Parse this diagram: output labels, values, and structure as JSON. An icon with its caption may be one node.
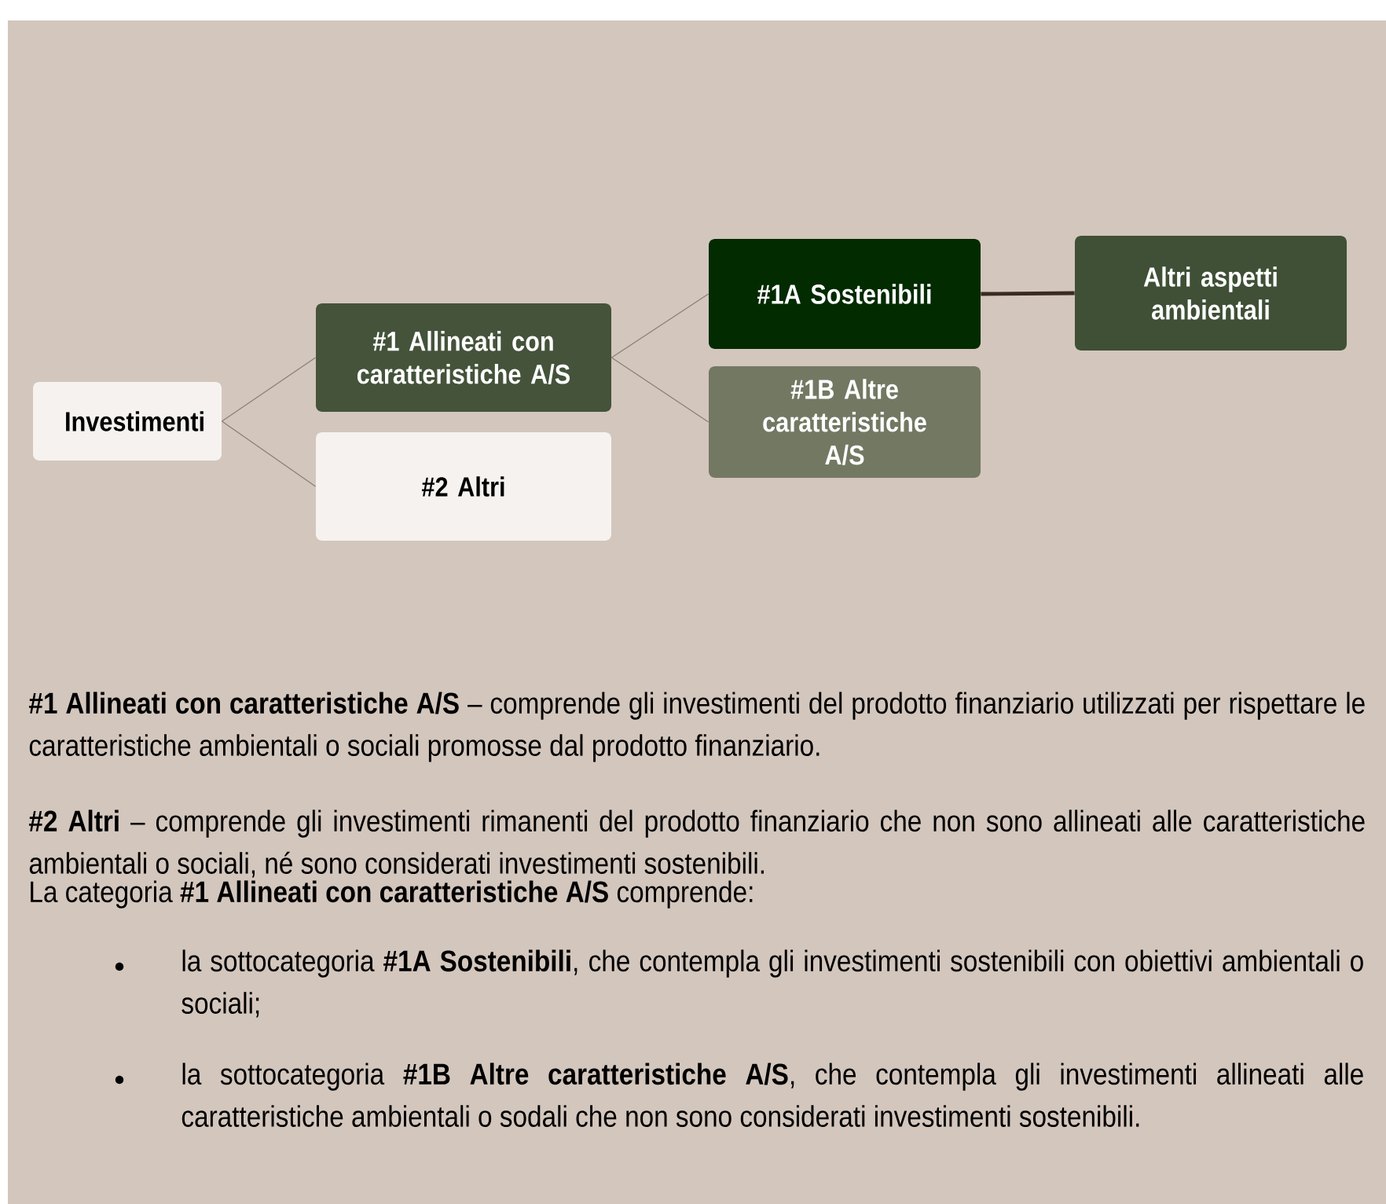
{
  "diagram": {
    "nodes": [
      {
        "text": [
          "Investimenti"
        ]
      },
      {
        "text": [
          "#1 Allineati con caratteristiche A/S"
        ]
      },
      {
        "text": [
          "#2 Altri"
        ]
      },
      {
        "text": [
          "#1A Sostenibili"
        ]
      },
      {
        "text": [
          "#1B Altre caratteristiche A/S"
        ]
      },
      {
        "text": [
          "Altri aspetti ambientali"
        ]
      }
    ],
    "edges": [
      {
        "from": 0,
        "to": 1,
        "arrow": "none"
      },
      {
        "from": 0,
        "to": 2,
        "arrow": "none"
      },
      {
        "from": 1,
        "to": 3,
        "arrow": "none"
      },
      {
        "from": 1,
        "to": 4,
        "arrow": "none"
      },
      {
        "from": 3,
        "to": 5,
        "arrow": "none",
        "style": "thick",
        "color": "#3a2a22"
      }
    ],
    "labels": [
      "**#1 Allineati con caratteristiche A/S** – comprende gli investimenti del prodotto finanziario utilizzati per rispettare le caratteristiche ambientali o sociali promosse dal prodotto finanziario.",
      "**#2 Altri** – comprende gli investimenti rimanenti del prodotto finanziario che non sono allineati alle caratteristiche ambientali o sociali, né sono considerati investimenti sostenibili.",
      "La categoria **#1 Allineati con caratteristiche A/S** comprende:",
      "la sottocategoria **#1A Sostenibili**, che contempla gli investimenti sostenibili con obiettivi ambientali o sociali;",
      "la sottocategoria **#1B Altre caratteristiche A/S**, che contempla gli investimenti allineati alle caratteristiche ambientali o sodali che non sono considerati investimenti sostenibili."
    ]
  }
}
